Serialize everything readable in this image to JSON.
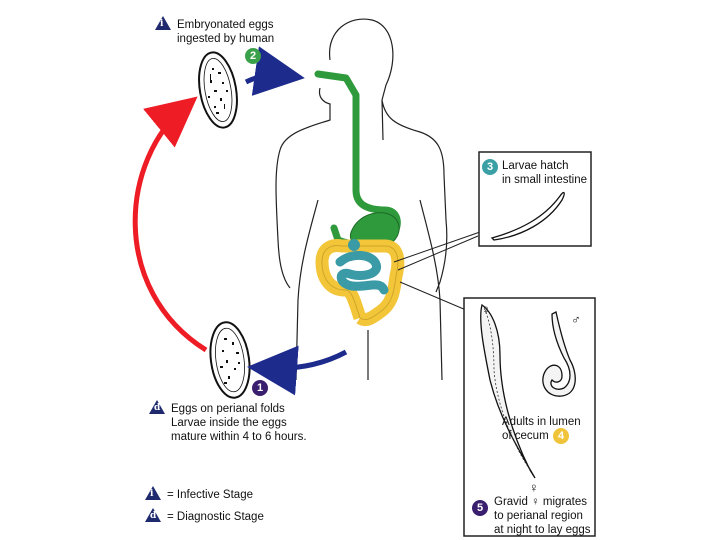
{
  "steps": {
    "s1": {
      "number": "1",
      "title": "Eggs on perianal folds",
      "line2": "Larvae inside the eggs",
      "line3": "mature within 4 to 6 hours."
    },
    "s2": {
      "number": "2",
      "title": "Embryonated eggs",
      "line2": "ingested by human"
    },
    "s3": {
      "number": "3",
      "title": "Larvae hatch",
      "line2": "in small intestine"
    },
    "s4": {
      "number": "4",
      "line1": "Adults in lumen",
      "line2": "of cecum"
    },
    "s5": {
      "number": "5",
      "line1": "Gravid ♀ migrates",
      "line2": "to perianal region",
      "line3": "at night to lay eggs"
    }
  },
  "markers": {
    "infective": "i",
    "diagnostic": "d"
  },
  "sex_symbols": {
    "female": "♀",
    "male": "♂",
    "female_tail": "♀"
  },
  "legend": {
    "infective": "= Infective Stage",
    "diagnostic": "= Diagnostic Stage"
  },
  "colors": {
    "marker_navy": "#1f2a6e",
    "arrow_blue": "#1c2b8c",
    "arrow_red": "#ee1c25",
    "esophagus_green": "#2e9a3c",
    "colon_yellow": "#f3c63a",
    "small_intestine_teal": "#3a9aa6",
    "circle_green": "#3aa14a",
    "circle_teal": "#3ba0a6",
    "circle_yellow": "#f0c43a",
    "circle_purple": "#3a1f6e"
  }
}
